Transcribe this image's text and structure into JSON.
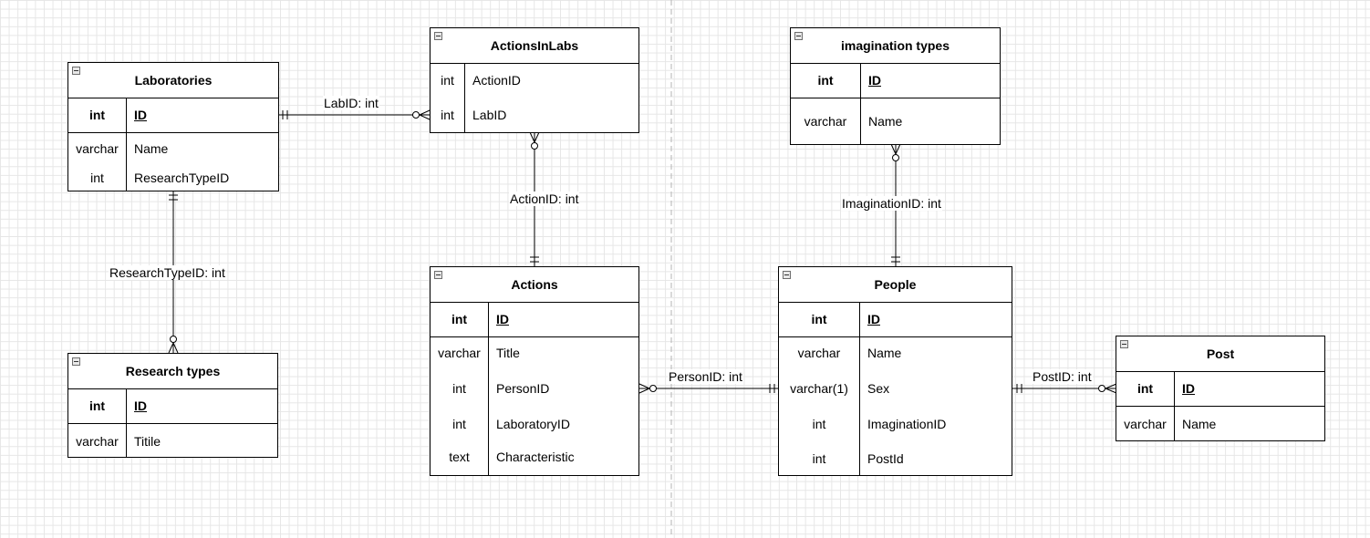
{
  "entities": {
    "laboratories": {
      "title": "Laboratories",
      "pk": {
        "type": "int",
        "name": "ID"
      },
      "fields": [
        {
          "type": "varchar",
          "name": "Name"
        },
        {
          "type": "int",
          "name": "ResearchTypeID"
        }
      ]
    },
    "research_types": {
      "title": "Research types",
      "pk": {
        "type": "int",
        "name": "ID"
      },
      "fields": [
        {
          "type": "varchar",
          "name": "Titile"
        }
      ]
    },
    "actions_in_labs": {
      "title": "ActionsInLabs",
      "fields": [
        {
          "type": "int",
          "name": "ActionID"
        },
        {
          "type": "int",
          "name": "LabID"
        }
      ]
    },
    "actions": {
      "title": "Actions",
      "pk": {
        "type": "int",
        "name": "ID"
      },
      "fields": [
        {
          "type": "varchar",
          "name": "Title"
        },
        {
          "type": "int",
          "name": "PersonID"
        },
        {
          "type": "int",
          "name": "LaboratoryID"
        },
        {
          "type": "text",
          "name": "Characteristic"
        }
      ]
    },
    "imagination_types": {
      "title": "imagination types",
      "pk": {
        "type": "int",
        "name": "ID"
      },
      "fields": [
        {
          "type": "varchar",
          "name": "Name"
        }
      ]
    },
    "people": {
      "title": "People",
      "pk": {
        "type": "int",
        "name": "ID"
      },
      "fields": [
        {
          "type": "varchar",
          "name": "Name"
        },
        {
          "type": "varchar(1)",
          "name": "Sex"
        },
        {
          "type": "int",
          "name": "ImaginationID"
        },
        {
          "type": "int",
          "name": "PostId"
        }
      ]
    },
    "post": {
      "title": "Post",
      "pk": {
        "type": "int",
        "name": "ID"
      },
      "fields": [
        {
          "type": "varchar",
          "name": "Name"
        }
      ]
    }
  },
  "relations": {
    "lab_id": "LabID: int",
    "research_type_id": "ResearchTypeID: int",
    "action_id": "ActionID: int",
    "imagination_id": "ImaginationID: int",
    "person_id": "PersonID: int",
    "post_id": "PostID: int"
  },
  "colors": {
    "line": "#000000",
    "grid": "#e6e6e6",
    "separator": "#b3b3b3"
  }
}
